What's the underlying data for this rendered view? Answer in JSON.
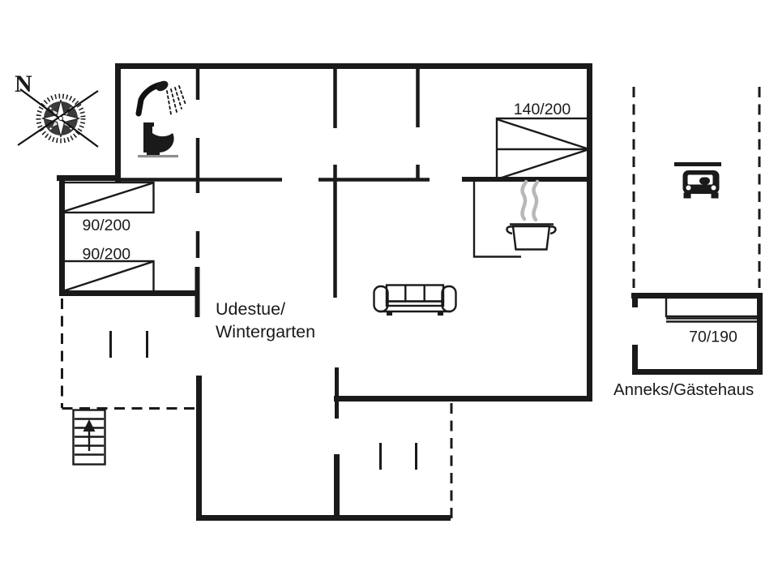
{
  "floorplan": {
    "background": "#ffffff",
    "line_color": "#1a1a1a",
    "steam_color": "#b8b8b8",
    "compass": {
      "north_label": "N"
    },
    "labels": {
      "sunroom_line1": "Udestue/",
      "sunroom_line2": "Wintergarten",
      "annex": "Anneks/Gästehaus"
    },
    "beds": {
      "double": "140/200",
      "single_top": "90/200",
      "single_bottom": "90/200",
      "annex": "70/190"
    },
    "icons": [
      {
        "name": "compass-rose-icon"
      },
      {
        "name": "shower-icon"
      },
      {
        "name": "toilet-icon"
      },
      {
        "name": "stove-pot-icon"
      },
      {
        "name": "sofa-icon"
      },
      {
        "name": "carport-car-icon"
      },
      {
        "name": "stairs-up-icon"
      }
    ]
  }
}
